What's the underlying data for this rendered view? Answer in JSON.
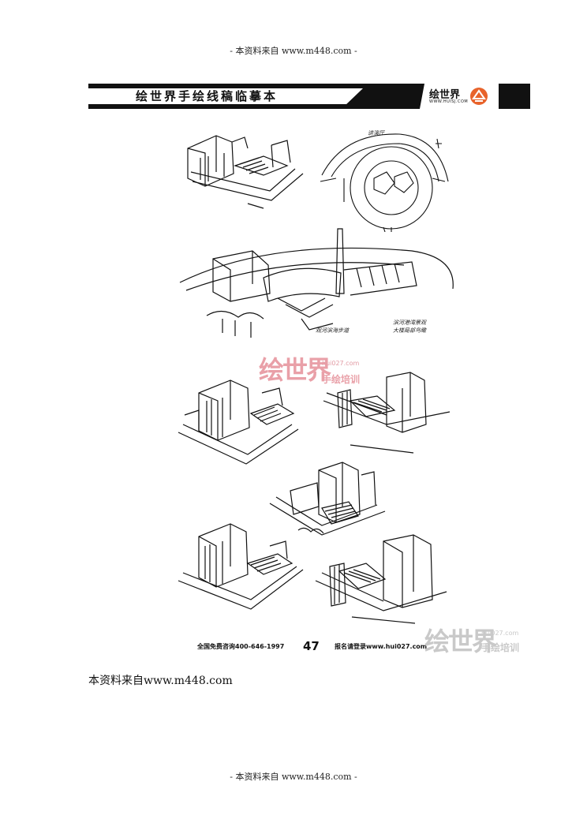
{
  "top_note": "- 本资料来自 www.m448.com -",
  "banner": {
    "title": "绘世界手绘线稿临摹本",
    "logo_name": "绘世界",
    "logo_url": "WWW.HUISJ.COM"
  },
  "annotations": {
    "plan_label": "讲演厅",
    "riverside_note": "观河滨海步道",
    "river_line1": "滨河港湾景观",
    "river_line2": "大楼局部鸟瞰"
  },
  "watermark": {
    "brand": "绘世界",
    "url": "hui027.com",
    "sub": "手绘培训"
  },
  "footer": {
    "phone": "全国免费咨询400-646-1997",
    "page_number": "47",
    "register": "报名请登录www.hui027.com"
  },
  "source_line": "本资料来自www.m448.com",
  "bottom_note": "- 本资料来自 www.m448.com -"
}
